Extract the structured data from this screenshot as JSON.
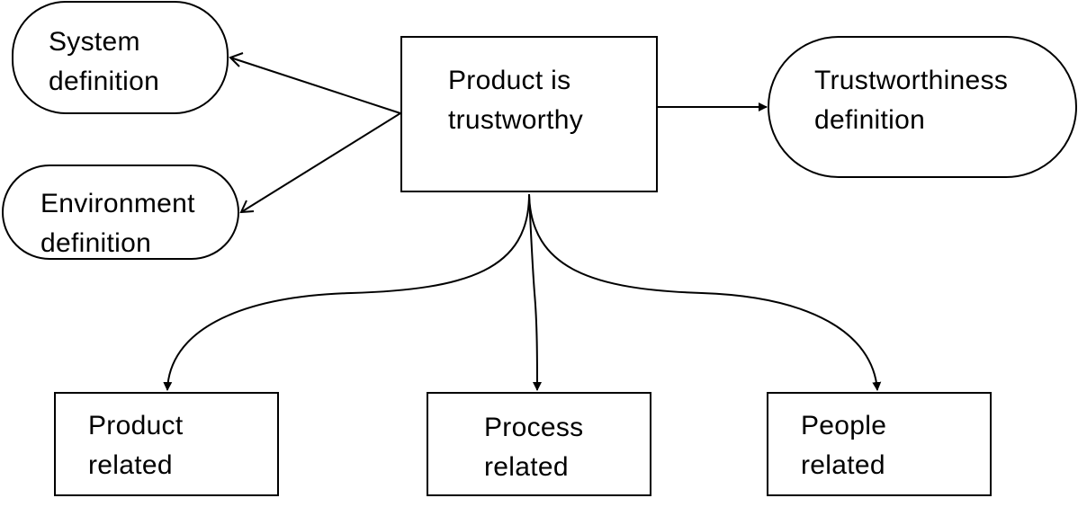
{
  "diagram": {
    "stroke_color": "#000000",
    "fill_color": "#ffffff",
    "nodes": {
      "system_definition": {
        "shape": "rounded",
        "lines": [
          "System",
          "definition"
        ]
      },
      "environment_definition": {
        "shape": "rounded",
        "lines": [
          "Environment",
          "definition"
        ]
      },
      "product_is_trustworthy": {
        "shape": "rectangle",
        "lines": [
          "Product is",
          "trustworthy"
        ]
      },
      "trustworthiness_definition": {
        "shape": "rounded",
        "lines": [
          "Trustworthiness",
          "definition"
        ]
      },
      "product_related": {
        "shape": "rectangle",
        "lines": [
          "Product",
          "related"
        ]
      },
      "process_related": {
        "shape": "rectangle",
        "lines": [
          "Process",
          "related"
        ]
      },
      "people_related": {
        "shape": "rectangle",
        "lines": [
          "People",
          "related"
        ]
      }
    },
    "edges": [
      {
        "from": "product_is_trustworthy",
        "to": "system_definition",
        "arrowhead": "open"
      },
      {
        "from": "product_is_trustworthy",
        "to": "environment_definition",
        "arrowhead": "open"
      },
      {
        "from": "product_is_trustworthy",
        "to": "trustworthiness_definition",
        "arrowhead": "filled"
      },
      {
        "from": "product_is_trustworthy",
        "to": "product_related",
        "arrowhead": "filled"
      },
      {
        "from": "product_is_trustworthy",
        "to": "process_related",
        "arrowhead": "filled"
      },
      {
        "from": "product_is_trustworthy",
        "to": "people_related",
        "arrowhead": "filled"
      }
    ]
  }
}
